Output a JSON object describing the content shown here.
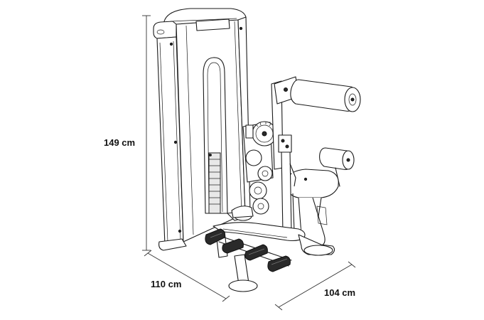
{
  "dimensions": {
    "height": "149 cm",
    "depth": "110 cm",
    "width": "104 cm"
  }
}
